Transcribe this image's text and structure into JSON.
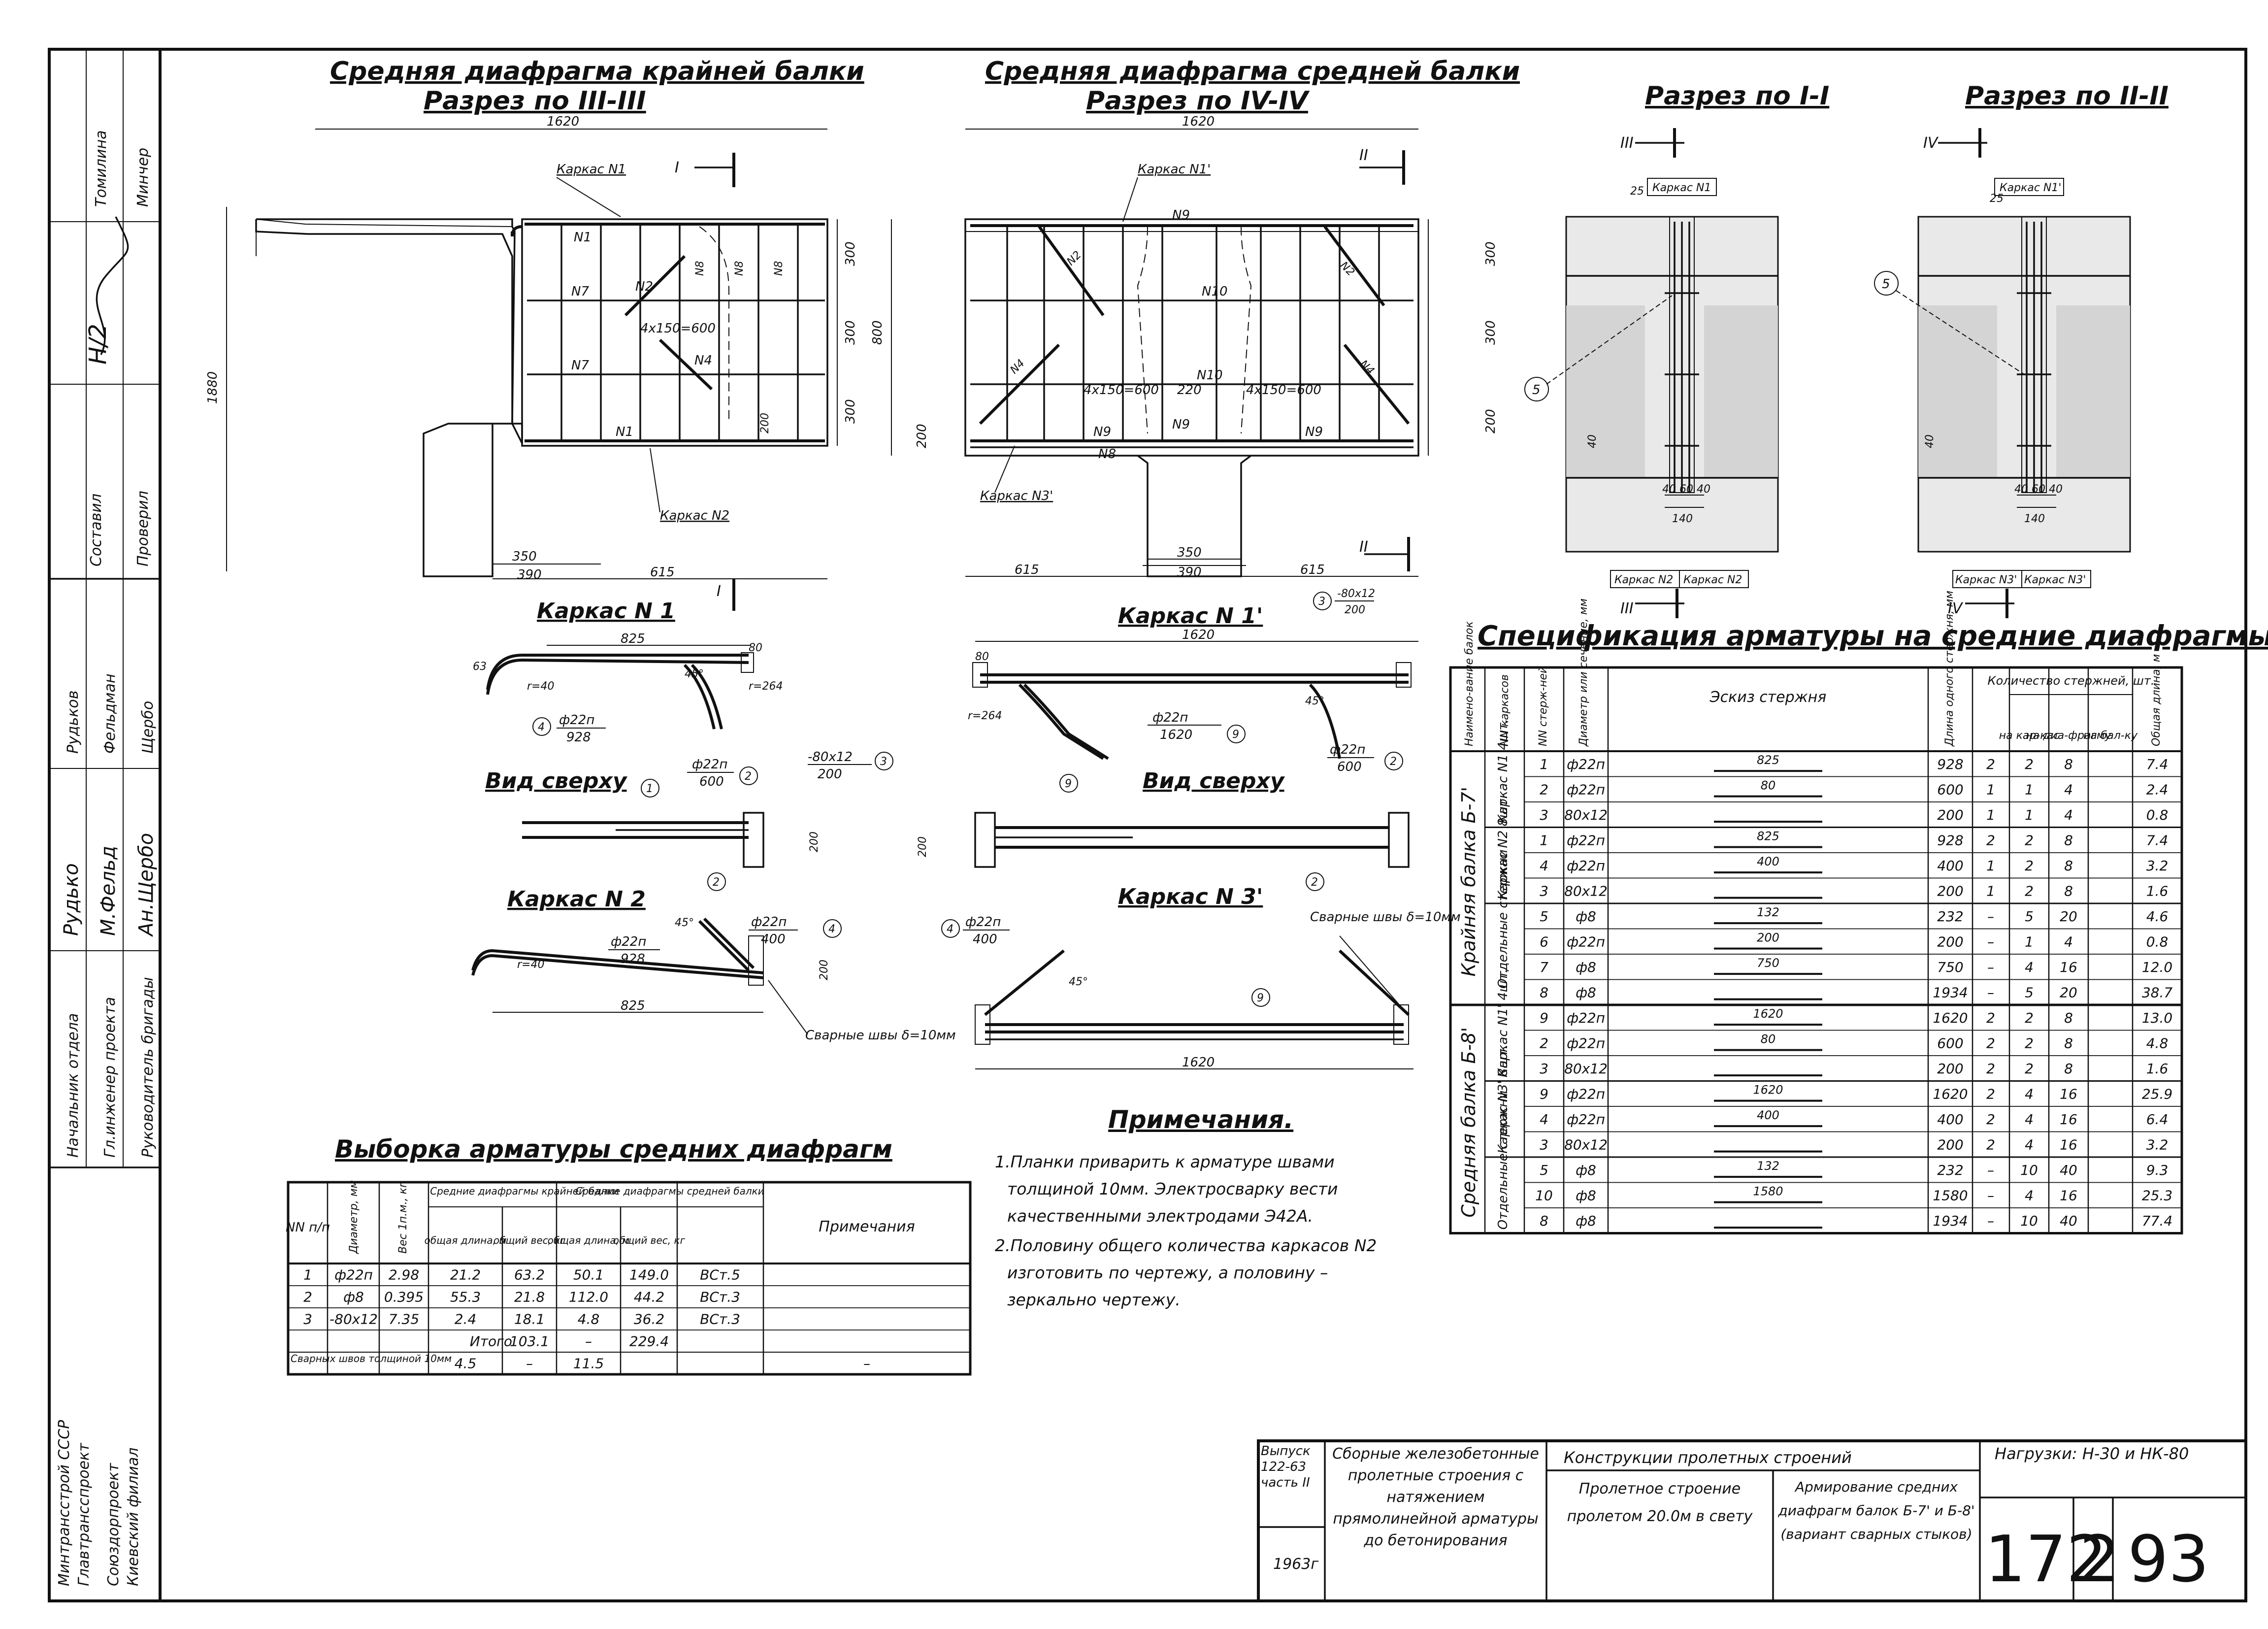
{
  "side_stamp": {
    "org": [
      "Минтрансстрой СССР",
      "Главтрансспроект",
      "Союздорпроект",
      "Киевский филиал"
    ],
    "roles": [
      {
        "role": "Начальник отдела",
        "sign": "Рудько",
        "name": "Рудьков"
      },
      {
        "role": "Гл.инженер проекта",
        "sign": "М.Фельд",
        "name": "Фельдман"
      },
      {
        "role": "Руководитель бригады",
        "sign": "Ан.Щербо",
        "name": "Щербо"
      }
    ],
    "checks": [
      {
        "label": "Составил",
        "value": "Проверил"
      },
      {
        "label": "Н/2",
        "value": ""
      },
      {
        "label": "Томилина",
        "value": "Минчер"
      }
    ]
  },
  "titles": {
    "left_title": "Средняя диафрагма крайней балки",
    "left_section": "Разрез по III-III",
    "mid_title": "Средняя диафрагма средней балки",
    "mid_section": "Разрез по IV-IV",
    "sec1": "Разрез по I-I",
    "sec2": "Разрез по II-II",
    "frame1": "Каркас N 1",
    "frame1p": "Каркас N 1'",
    "top_view": "Вид сверху",
    "top_view2": "Вид сверху",
    "frame2": "Каркас N 2",
    "frame3p": "Каркас N 3'",
    "spec_title": "Спецификация арматуры на средние диафрагмы",
    "sample_title": "Выборка арматуры средних диафрагм",
    "notes_title": "Примечания."
  },
  "drawing_labels": {
    "karkas1": "Каркас N 1",
    "karkas2": "Каркас N 2",
    "karkas1p": "Каркас N 1'",
    "karkas3p": "Каркас N 3'",
    "karkas_n1": "Каркас N1",
    "karkas_n1p": "Каркас N1'",
    "karkas_n2": "Каркас N2",
    "karkas_n2_b": "Каркас N2",
    "karkas_n3p": "Каркас N3'",
    "karkas_n3p_b": "Каркас N3'",
    "dim_1620": "1620",
    "dim_1620b": "1620",
    "dim_1880": "1880",
    "dim_800": "800",
    "dim_300": "300",
    "dim_615": "615",
    "dim_615b": "615",
    "dim_615c": "615",
    "dim_390": "390",
    "dim_390b": "390",
    "dim_350": "350",
    "dim_350b": "350",
    "dim_4x150": "4x150=600",
    "dim_4x150b": "4x150=600",
    "dim_4x150c": "4x150=600",
    "dim_200": "200",
    "dim_220": "220",
    "dim_825": "825",
    "dim_825b": "825",
    "dim_140": "140",
    "dim_140b": "140",
    "dim_40_60_40": "40 60 40",
    "dim_40_60_40b": "40 60 40",
    "dim_25": "25",
    "dim_25b": "25",
    "dim_40": "40",
    "dim_40b": "40",
    "dim_80": "80",
    "dim_80b": "80",
    "bar_22_928": "ф22п",
    "bar_928": "928",
    "bar_22_600": "ф22п",
    "bar_600": "600",
    "bar_22_1620": "ф22п",
    "bar_1620": "1620",
    "bar_22_600b": "ф22п",
    "bar_600b": "600",
    "bar_22_928b": "ф22п",
    "bar_928b": "928",
    "bar_22_400": "ф22п",
    "bar_400": "400",
    "bar_22_400b": "ф22п",
    "bar_400b": "400",
    "plate_80x12": "-80x12",
    "plate_200": "200",
    "plate_80x12b": "-80x12",
    "plate_200b": "200",
    "weld_note": "Сварные швы δ=10мм",
    "weld_note_b": "Сварные швы δ=10мм",
    "r_264": "r=264",
    "r_264b": "r=264",
    "r_40": "r=40",
    "r_40b": "r=40",
    "deg45": "45°",
    "deg45b": "45°",
    "deg45c": "45°",
    "deg45d": "45°",
    "n1": "N1",
    "n2": "N2",
    "n4": "N4",
    "n7": "N7",
    "n8": "N8",
    "n9": "N9",
    "n10": "N10",
    "mark_I": "I",
    "mark_II": "II",
    "mark_III": "III",
    "mark_IV": "IV",
    "mark_I_b": "I",
    "mark_II_b": "II",
    "mark_III_b": "III",
    "mark_IV_b": "IV",
    "c1": "1",
    "c2": "2",
    "c3": "3",
    "c4": "4",
    "c5": "5",
    "c5b": "5",
    "c9": "9",
    "c1b": "1",
    "c2b": "2",
    "c3b": "3",
    "c9b": "9",
    "c2c": "2",
    "c4b": "4",
    "c9c": "9",
    "c2d": "2",
    "c9d": "9"
  },
  "spec_table": {
    "headers": [
      "Наимено-вание балок",
      "NN каркасов",
      "NN стерж-ней",
      "Диаметр или сечение, мм",
      "Эскиз стержня",
      "Длина одного стержня, мм",
      "Количество стержней, шт.",
      "Общая длина, м"
    ],
    "sub_headers": [
      "на кар-кас",
      "на диа-фрагму",
      "на бал-ку"
    ],
    "groups": [
      {
        "beam": "Крайняя балка Б-7'",
        "sub": [
          {
            "frame": "Каркас N1 4шт.",
            "rows": [
              {
                "n": "1",
                "d": "ф22п",
                "sketch": "825",
                "len": "928",
                "k": "2",
                "df": "2",
                "b": "8",
                "tot": "7.4"
              },
              {
                "n": "2",
                "d": "ф22п",
                "sketch": "80",
                "len": "600",
                "k": "1",
                "df": "1",
                "b": "4",
                "tot": "2.4"
              },
              {
                "n": "3",
                "d": "80x12",
                "sketch": "",
                "len": "200",
                "k": "1",
                "df": "1",
                "b": "4",
                "tot": "0.8"
              }
            ]
          },
          {
            "frame": "Каркас N2 8шт.",
            "rows": [
              {
                "n": "1",
                "d": "ф22п",
                "sketch": "825",
                "len": "928",
                "k": "2",
                "df": "2",
                "b": "8",
                "tot": "7.4"
              },
              {
                "n": "4",
                "d": "ф22п",
                "sketch": "400",
                "len": "400",
                "k": "1",
                "df": "2",
                "b": "8",
                "tot": "3.2"
              },
              {
                "n": "3",
                "d": "80x12",
                "sketch": "",
                "len": "200",
                "k": "1",
                "df": "2",
                "b": "8",
                "tot": "1.6"
              }
            ]
          },
          {
            "frame": "Отдельные стержни",
            "rows": [
              {
                "n": "5",
                "d": "ф8",
                "sketch": "132",
                "len": "232",
                "k": "–",
                "df": "5",
                "b": "20",
                "tot": "4.6"
              },
              {
                "n": "6",
                "d": "ф22п",
                "sketch": "200",
                "len": "200",
                "k": "–",
                "df": "1",
                "b": "4",
                "tot": "0.8"
              },
              {
                "n": "7",
                "d": "ф8",
                "sketch": "750",
                "len": "750",
                "k": "–",
                "df": "4",
                "b": "16",
                "tot": "12.0"
              },
              {
                "n": "8",
                "d": "ф8",
                "sketch": "",
                "len": "1934",
                "k": "–",
                "df": "5",
                "b": "20",
                "tot": "38.7"
              }
            ]
          }
        ]
      },
      {
        "beam": "Средняя балка Б-8'",
        "sub": [
          {
            "frame": "Каркас N1' 4шт.",
            "rows": [
              {
                "n": "9",
                "d": "ф22п",
                "sketch": "1620",
                "len": "1620",
                "k": "2",
                "df": "2",
                "b": "8",
                "tot": "13.0"
              },
              {
                "n": "2",
                "d": "ф22п",
                "sketch": "80",
                "len": "600",
                "k": "2",
                "df": "2",
                "b": "8",
                "tot": "4.8"
              },
              {
                "n": "3",
                "d": "80x12",
                "sketch": "",
                "len": "200",
                "k": "2",
                "df": "2",
                "b": "8",
                "tot": "1.6"
              }
            ]
          },
          {
            "frame": "Каркас N3' 8шт.",
            "rows": [
              {
                "n": "9",
                "d": "ф22п",
                "sketch": "1620",
                "len": "1620",
                "k": "2",
                "df": "4",
                "b": "16",
                "tot": "25.9"
              },
              {
                "n": "4",
                "d": "ф22п",
                "sketch": "400",
                "len": "400",
                "k": "2",
                "df": "4",
                "b": "16",
                "tot": "6.4"
              },
              {
                "n": "3",
                "d": "80x12",
                "sketch": "",
                "len": "200",
                "k": "2",
                "df": "4",
                "b": "16",
                "tot": "3.2"
              }
            ]
          },
          {
            "frame": "Отдельные стержни",
            "rows": [
              {
                "n": "5",
                "d": "ф8",
                "sketch": "132",
                "len": "232",
                "k": "–",
                "df": "10",
                "b": "40",
                "tot": "9.3"
              },
              {
                "n": "10",
                "d": "ф8",
                "sketch": "1580",
                "len": "1580",
                "k": "–",
                "df": "4",
                "b": "16",
                "tot": "25.3"
              },
              {
                "n": "8",
                "d": "ф8",
                "sketch": "",
                "len": "1934",
                "k": "–",
                "df": "10",
                "b": "40",
                "tot": "77.4"
              }
            ]
          }
        ]
      }
    ]
  },
  "sample_table": {
    "headers": [
      "NN п/п",
      "Диаметр, мм",
      "Вес 1п.м., кг",
      "Средние диафрагмы крайней балки",
      "Средние диафрагмы средней балки",
      "Примечания"
    ],
    "sub_headers": [
      "общая длина, м",
      "общий вес, кг",
      "общая длина, м",
      "общий вес, кг"
    ],
    "rows": [
      [
        "1",
        "ф22п",
        "2.98",
        "21.2",
        "63.2",
        "50.1",
        "149.0",
        "ВСт.5"
      ],
      [
        "2",
        "ф8",
        "0.395",
        "55.3",
        "21.8",
        "112.0",
        "44.2",
        "ВСт.3"
      ],
      [
        "3",
        "-80x12",
        "7.35",
        "2.4",
        "18.1",
        "4.8",
        "36.2",
        "ВСт.3"
      ]
    ],
    "total_label": "Итого",
    "total": [
      "103.1",
      "–",
      "229.4"
    ],
    "weld_label": "Сварных швов толщиной 10мм",
    "weld": [
      "4.5",
      "–",
      "11.5",
      "",
      "–"
    ]
  },
  "notes": [
    "1.Планки приварить к арматуре швами",
    "толщиной 10мм. Электросварку вести",
    "качественными электродами Э42А.",
    "2.Половину общего количества каркасов N2",
    "изготовить по чертежу, а половину –",
    "зеркально чертежу."
  ],
  "title_block": {
    "issue": "Выпуск 122-63 часть II",
    "year": "1963г",
    "desc1": "Сборные железобетонные пролетные строения с натяжением прямолинейной арматуры до бетонирования",
    "desc2_top": "Конструкции пролетных строений",
    "desc2_a": "Пролетное строение пролетом 20.0м в свету",
    "desc2_b": "Армирование средних диафрагм балок Б-7' и Б-8' (вариант сварных стыков)",
    "load": "Нагрузки: Н-30 и НК-80",
    "num1": "172",
    "num2": "2",
    "num3": "93"
  }
}
